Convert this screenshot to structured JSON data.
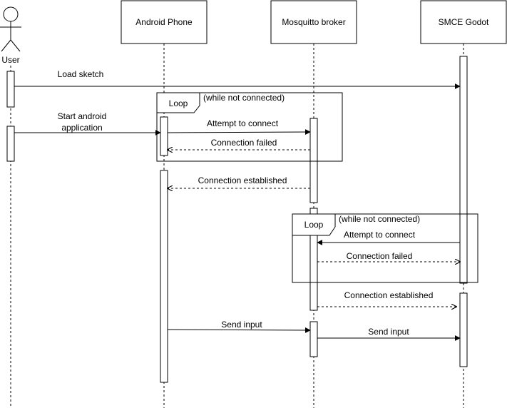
{
  "actor": {
    "label": "User"
  },
  "participants": {
    "android": "Android Phone",
    "broker": "Mosquitto broker",
    "godot": "SMCE Godot"
  },
  "loops": [
    {
      "label": "Loop",
      "guard": "(while not connected)"
    },
    {
      "label": "Loop",
      "guard": "(while not connected)"
    }
  ],
  "messages": {
    "load_sketch": "Load sketch",
    "start_android_line1": "Start android",
    "start_android_line2": "application",
    "attempt_connect_1": "Attempt to connect",
    "connection_failed_1": "Connection failed",
    "connection_established_1": "Connection established",
    "attempt_connect_2": "Attempt to connect",
    "connection_failed_2": "Connection failed",
    "connection_established_2": "Connection established",
    "send_input_1": "Send input",
    "send_input_2": "Send input"
  }
}
